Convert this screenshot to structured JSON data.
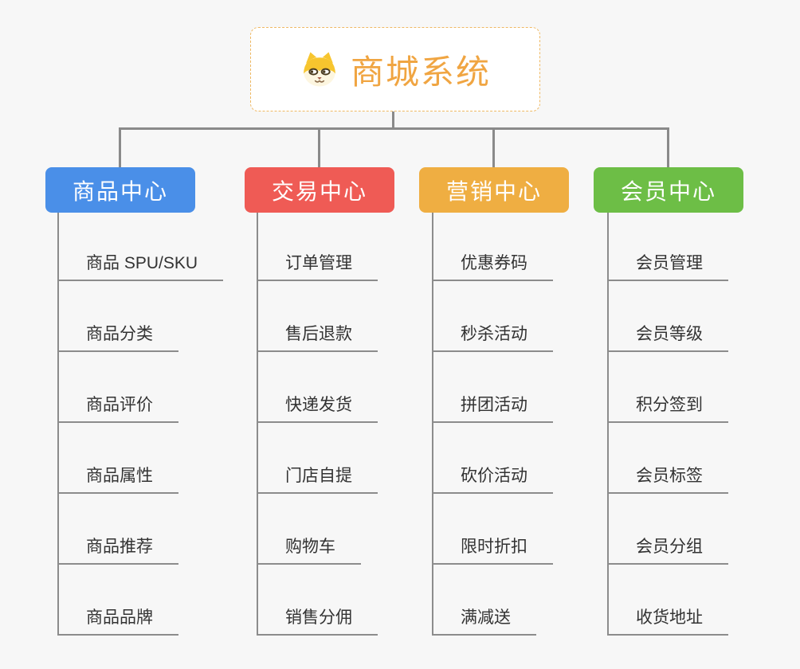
{
  "canvas": {
    "background": "#f7f7f7"
  },
  "root": {
    "title": "商城系统",
    "title_color": "#f0a542",
    "border_color": "#efb964",
    "icon": "shiba-dog-icon"
  },
  "connectors": {
    "color": "#8a8a8a",
    "child_line_color": "#8c8c8c"
  },
  "item_text_color": "#333333",
  "branches": [
    {
      "label": "商品中心",
      "color": "#4a8fe8",
      "items": [
        "商品 SPU/SKU",
        "商品分类",
        "商品评价",
        "商品属性",
        "商品推荐",
        "商品品牌"
      ]
    },
    {
      "label": "交易中心",
      "color": "#ef5b55",
      "items": [
        "订单管理",
        "售后退款",
        "快递发货",
        "门店自提",
        "购物车",
        "销售分佣"
      ]
    },
    {
      "label": "营销中心",
      "color": "#efae42",
      "items": [
        "优惠券码",
        "秒杀活动",
        "拼团活动",
        "砍价活动",
        "限时折扣",
        "满减送"
      ]
    },
    {
      "label": "会员中心",
      "color": "#6dbe46",
      "items": [
        "会员管理",
        "会员等级",
        "积分签到",
        "会员标签",
        "会员分组",
        "收货地址"
      ]
    }
  ]
}
